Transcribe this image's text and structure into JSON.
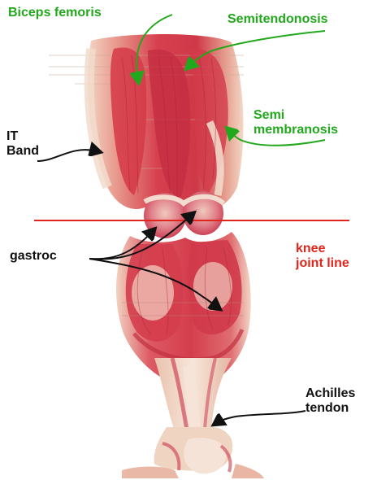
{
  "labels": {
    "biceps_femoris": "Biceps femoris",
    "semitendonosis": "Semitendonosis",
    "semi_line1": "Semi",
    "semi_line2": "membranosis",
    "it_line1": "IT",
    "it_line2": "Band",
    "gastroc": "gastroc",
    "knee_line1": "knee",
    "knee_line2": "joint line",
    "achilles_line1": "Achilles",
    "achilles_line2": "tendon"
  },
  "colors": {
    "green_label": "#22a81c",
    "red_label": "#e0261c",
    "black_label": "#111111",
    "muscle": "#d9434f",
    "muscle_dark": "#b3283a",
    "tendon": "#f1d8c6",
    "skin_shadow": "#e7b9a4"
  }
}
